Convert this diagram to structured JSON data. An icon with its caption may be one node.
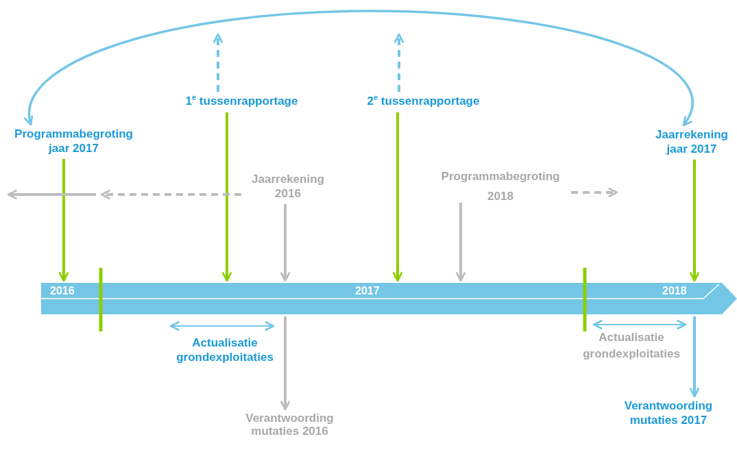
{
  "diagram": {
    "nodes": [
      {
        "text": [
          "Programmabegroting jaar 2017"
        ]
      },
      {
        "text": [
          "1$^{e}$ tussenrapportage"
        ]
      },
      {
        "text": [
          "2$^{e}$ tussenrapportage"
        ]
      },
      {
        "text": [
          "Jaarrekening jaar 2017"
        ]
      },
      {
        "text": [
          "Jaarrekening 2016"
        ]
      },
      {
        "text": [
          "Programmabegroting 2018"
        ]
      },
      {
        "text": [
          "2016",
          "2017",
          "2018"
        ]
      },
      {
        "text": [
          "Actualisatie grondexploitaties"
        ]
      },
      {
        "text": [
          "Actualisatie grondexploitaties"
        ]
      },
      {
        "text": [
          "Verantwoording mutaties 2016"
        ]
      },
      {
        "text": [
          "Verantwoording mutaties 2017"
        ]
      }
    ],
    "edges": [
      {
        "from": 0,
        "to": 3,
        "arrow": "both",
        "color": "#74c6e6"
      },
      {
        "from": 1,
        "to": null,
        "arrow": "to",
        "style": "dashed",
        "color": "#74c6e6"
      },
      {
        "from": 2,
        "to": null,
        "arrow": "to",
        "style": "dashed",
        "color": "#74c6e6"
      },
      {
        "from": 0,
        "to": 6,
        "arrow": "to",
        "color": "#8ccf00"
      },
      {
        "from": 1,
        "to": 6,
        "arrow": "to",
        "color": "#8ccf00"
      },
      {
        "from": 2,
        "to": 6,
        "arrow": "to",
        "color": "#8ccf00"
      },
      {
        "from": 3,
        "to": 6,
        "arrow": "to",
        "color": "#8ccf00"
      },
      {
        "from": 4,
        "to": 6,
        "arrow": "to"
      },
      {
        "from": 5,
        "to": 6,
        "arrow": "to"
      },
      {
        "from": 4,
        "to": null,
        "arrow": "to",
        "style": "dashed"
      },
      {
        "from": 5,
        "to": null,
        "arrow": "to",
        "style": "dashed"
      },
      {
        "from": 6,
        "to": 9,
        "arrow": "to"
      },
      {
        "from": 6,
        "to": 10,
        "arrow": "to",
        "color": "#74c6e6"
      }
    ]
  }
}
